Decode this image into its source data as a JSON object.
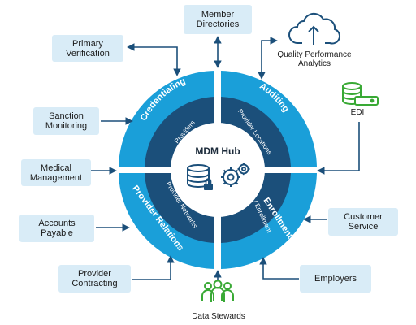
{
  "hub": {
    "title": "MDM Hub"
  },
  "outer_ring": {
    "credentialing": "Credentialing",
    "auditing": "Auditing",
    "enrollment": "Enrollment",
    "provider_relations": "Provider Relations"
  },
  "inner_ring": {
    "providers": "Providers",
    "provider_locations": "Provider Locations",
    "members_enrollment": "Members / Enrollment",
    "provider_networks": "Provider Networks"
  },
  "boxes": {
    "member_directories": "Member\nDirectories",
    "primary_verification": "Primary\nVerification",
    "sanction_monitoring": "Sanction\nMonitoring",
    "medical_management": "Medical\nManagement",
    "accounts_payable": "Accounts\nPayable",
    "provider_contracting": "Provider\nContracting",
    "customer_service": "Customer\nService",
    "employers": "Employers"
  },
  "labels": {
    "quality_performance_analytics": "Quality Performance\nAnalytics",
    "edi": "EDI",
    "data_stewards": "Data Stewards"
  },
  "colors": {
    "outer_ring": "#1a9fd9",
    "inner_ring": "#1b4f7a",
    "hub": "#ffffff",
    "arrow": "#1b4f7a",
    "box": "#d9ecf7",
    "icon_blue": "#1b4f7a",
    "icon_green": "#39a935"
  },
  "icons": [
    "cloud-upload-icon",
    "database-server-icon",
    "people-group-icon",
    "database-lock-icon",
    "gears-icon"
  ]
}
